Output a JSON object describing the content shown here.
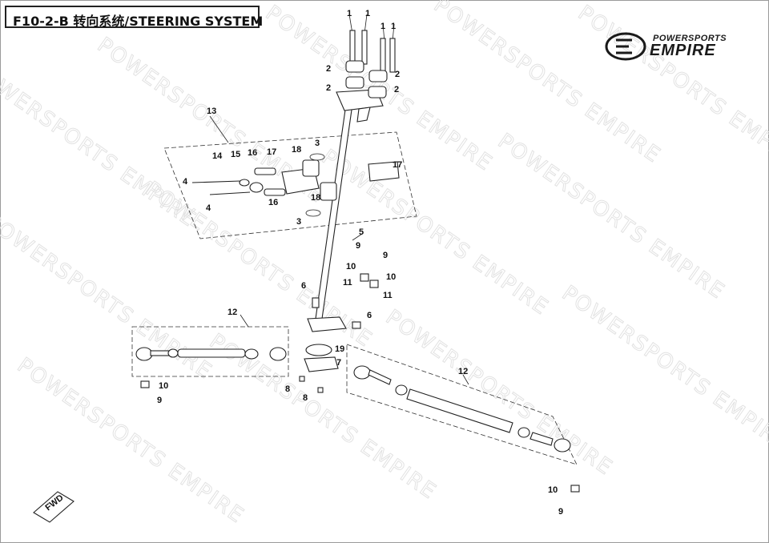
{
  "title": "F10-2-B 转向系统/STEERING SYSTEM",
  "logo": {
    "top": "POWERSPORTS",
    "main": "EMPIRE"
  },
  "watermark": "POWERSPORTS EMPIRE",
  "fwd_label": "FWD",
  "callouts": {
    "c1a": "1",
    "c1b": "1",
    "c1c": "1",
    "c1d": "1",
    "c2a": "2",
    "c2b": "2",
    "c2c": "2",
    "c2d": "2",
    "c13": "13",
    "c3a": "3",
    "c3b": "3",
    "c14": "14",
    "c15": "15",
    "c16a": "16",
    "c16b": "16",
    "c17a": "17",
    "c17b": "17",
    "c18a": "18",
    "c18b": "18",
    "c4a": "4",
    "c4b": "4",
    "c5": "5",
    "c9a": "9",
    "c9b": "9",
    "c9c": "9",
    "c9d": "9",
    "c10a": "10",
    "c10b": "10",
    "c10c": "10",
    "c10d": "10",
    "c11a": "11",
    "c11b": "11",
    "c6a": "6",
    "c6b": "6",
    "c12a": "12",
    "c12b": "12",
    "c19": "19",
    "c7": "7",
    "c8a": "8",
    "c8b": "8"
  }
}
